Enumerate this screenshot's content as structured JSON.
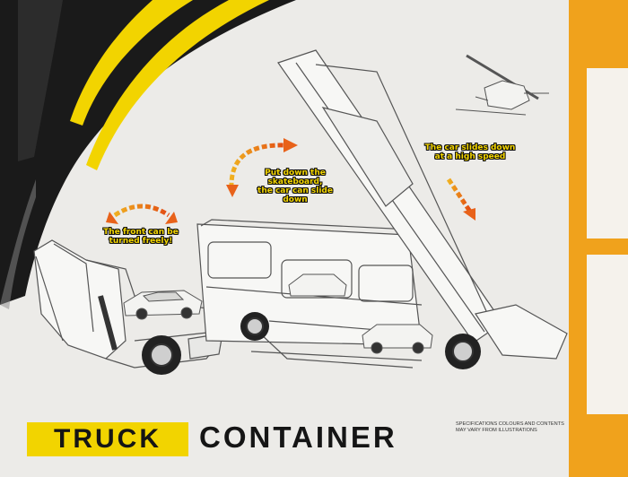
{
  "callouts": {
    "front": "The front can be\nturned freely!",
    "skateboard": "Put down the\nskateboard,\nthe car can slide down",
    "slide": "The car slides down\nat a high speed"
  },
  "brand": {
    "word1": "TRUCK",
    "word2": "CONTAINER",
    "disclaimer": "SPECIFICATIONS COLOURS AND CONTENTS\nMAY VARY FROM ILLUSTRATIONS"
  },
  "colors": {
    "yellow": "#f2d400",
    "orange_strip": "#f0a21c",
    "arrow_orange": "#e8621a",
    "panel": "#ecebe8",
    "line_art": "#555555"
  }
}
